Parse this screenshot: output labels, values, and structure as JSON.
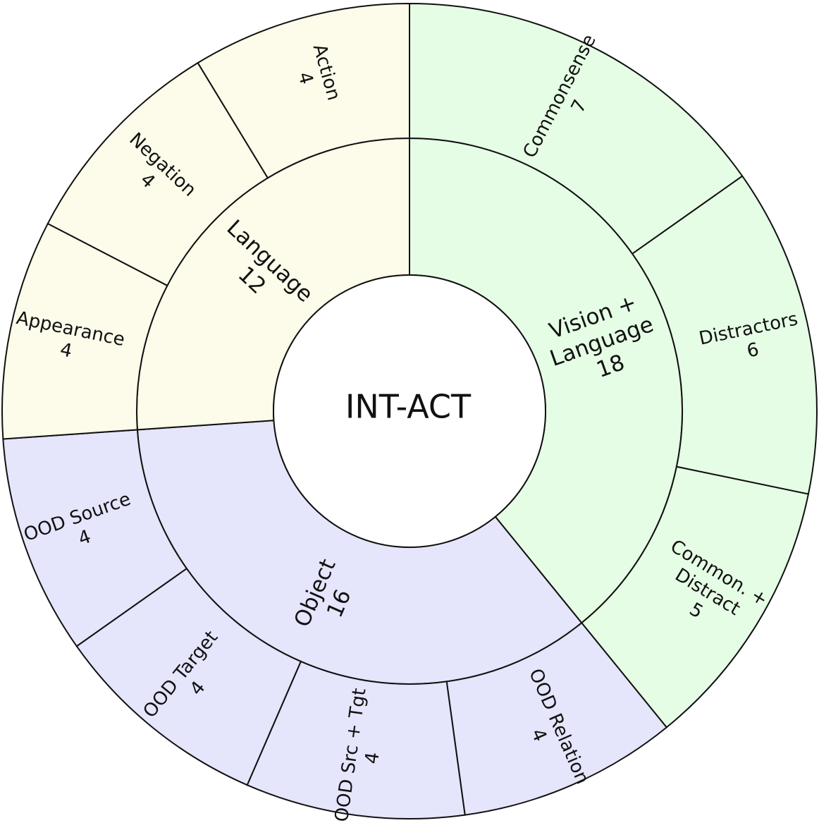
{
  "chart_data": {
    "type": "sunburst",
    "center_label": "INT-ACT",
    "colors": {
      "vision_language": "#e5fde5",
      "object": "#e5e5fb",
      "language": "#fdfbe9",
      "stroke": "#111111",
      "center": "#ffffff"
    },
    "groups": [
      {
        "key": "vision_language",
        "lines": [
          "Vision +",
          "Language"
        ],
        "value": 18,
        "value_label": "18",
        "children": [
          {
            "lines": [
              "Commonsense"
            ],
            "value": 7,
            "value_label": "7"
          },
          {
            "lines": [
              "Distractors"
            ],
            "value": 6,
            "value_label": "6"
          },
          {
            "lines": [
              "Common. +",
              "Distract"
            ],
            "value": 5,
            "value_label": "5"
          }
        ]
      },
      {
        "key": "object",
        "lines": [
          "Object"
        ],
        "value": 16,
        "value_label": "16",
        "children": [
          {
            "lines": [
              "OOD Relation"
            ],
            "value": 4,
            "value_label": "4"
          },
          {
            "lines": [
              "OOD Src + Tgt"
            ],
            "value": 4,
            "value_label": "4"
          },
          {
            "lines": [
              "OOD Target"
            ],
            "value": 4,
            "value_label": "4"
          },
          {
            "lines": [
              "OOD Source"
            ],
            "value": 4,
            "value_label": "4"
          }
        ]
      },
      {
        "key": "language",
        "lines": [
          "Language"
        ],
        "value": 12,
        "value_label": "12",
        "children": [
          {
            "lines": [
              "Appearance"
            ],
            "value": 4,
            "value_label": "4"
          },
          {
            "lines": [
              "Negation"
            ],
            "value": 4,
            "value_label": "4"
          },
          {
            "lines": [
              "Action"
            ],
            "value": 4,
            "value_label": "4"
          }
        ]
      }
    ]
  }
}
